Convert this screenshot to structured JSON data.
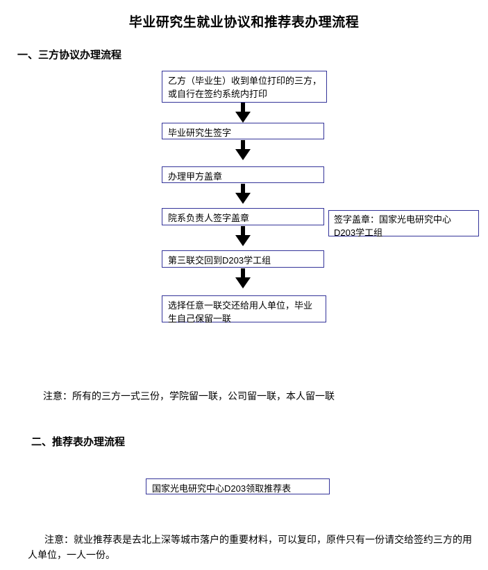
{
  "document": {
    "title": "毕业研究生就业协议和推荐表办理流程",
    "accent_border_color": "#333399",
    "arrow_color": "#000000",
    "background_color": "#ffffff"
  },
  "sections": [
    {
      "id": "section-1",
      "heading": "一、三方协议办理流程"
    },
    {
      "id": "section-2",
      "heading": "二、推荐表办理流程"
    }
  ],
  "flowchart_agreement": {
    "boxes": [
      {
        "name": "step-receive-print",
        "text": "乙方（毕业生）收到单位打印的三方，\n或自行在签约系统内打印"
      },
      {
        "name": "step-student-sign",
        "text": "毕业研究生签字"
      },
      {
        "name": "step-party-a-seal",
        "text": "办理甲方盖章"
      },
      {
        "name": "step-department-head-sign-seal",
        "text": "院系负责人签字盖章"
      },
      {
        "name": "step-return-third-copy",
        "text": "第三联交回到D203学工组"
      },
      {
        "name": "step-distribute-copies",
        "text": "选择任意一联交还给用人单位，毕业\n生自己保留一联"
      }
    ],
    "side_note_box": {
      "name": "side-note-signature-seal",
      "text": "签字盖章：国家光电研究中心\nD203学工组"
    },
    "arrows": [
      {
        "name": "arrow-down-1"
      },
      {
        "name": "arrow-down-2"
      },
      {
        "name": "arrow-down-3"
      },
      {
        "name": "arrow-down-4"
      },
      {
        "name": "arrow-down-5"
      }
    ]
  },
  "flowchart_recommendation": {
    "boxes": [
      {
        "name": "step-collect-recommendation-form",
        "text": "国家光电研究中心D203领取推荐表"
      }
    ]
  },
  "notes": [
    {
      "name": "note-agreement",
      "text": "注意：所有的三方一式三份，学院留一联，公司留一联，本人留一联"
    },
    {
      "name": "note-recommendation",
      "text": "注意：就业推荐表是去北上深等城市落户的重要材料，可以复印，原件只有一份请交给签约三方的用人单位，一人一份。"
    }
  ]
}
